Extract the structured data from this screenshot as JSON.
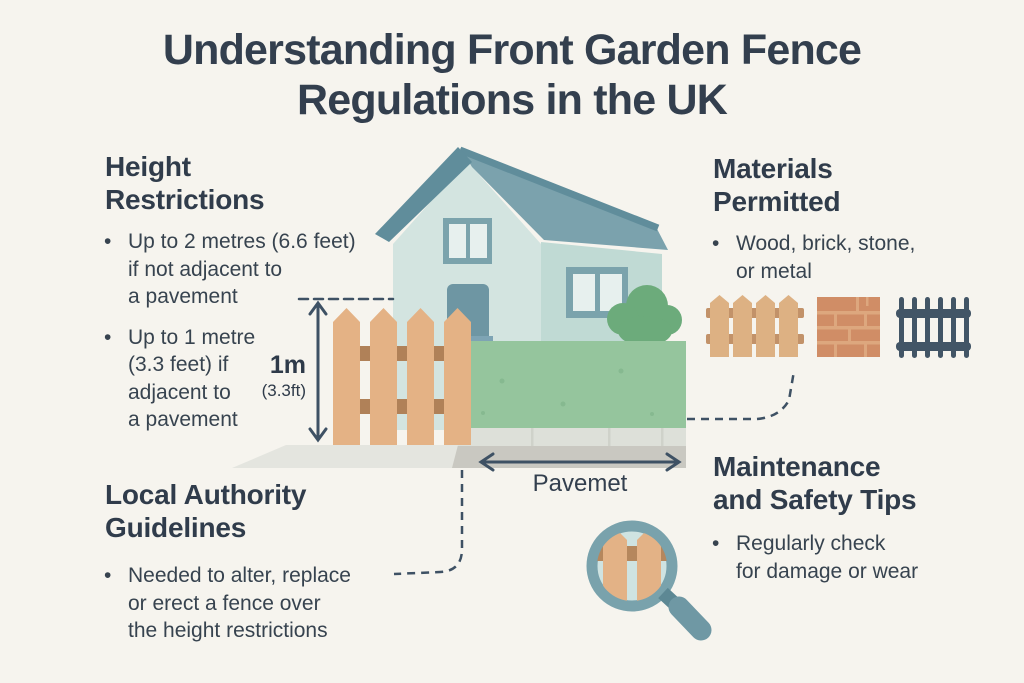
{
  "title": "Understanding Front Garden Fence\nRegulations in the UK",
  "ui": {
    "bullet": "•"
  },
  "sections": {
    "height": {
      "heading": "Height\nRestrictions",
      "bullets": [
        "Up to 2 metres (6.6 feet)\nif not adjacent to\na pavement",
        "Up to 1 metre\n(3.3 feet) if\nadjacent to\na pavement"
      ]
    },
    "materials": {
      "heading": "Materials\nPermitted",
      "bullets": [
        "Wood, brick, stone,\nor metal"
      ],
      "icons": [
        "wood-fence-icon",
        "brick-wall-icon",
        "metal-fence-icon"
      ]
    },
    "local_authority": {
      "heading": "Local Authority\nGuidelines",
      "bullets": [
        "Needed to alter, replace\nor erect a fence over\nthe height restrictions"
      ]
    },
    "maintenance": {
      "heading": "Maintenance\nand Safety Tips",
      "bullets": [
        "Regularly check\nfor damage or wear"
      ]
    }
  },
  "diagram": {
    "height_label": "1m",
    "height_label_secondary": "(3.3ft)",
    "pavement_label": "Pavemet",
    "icons": [
      "house-icon",
      "picket-fence-icon",
      "hedge-icon",
      "measure-arrow-icon",
      "pavement-arrow-icon",
      "magnifier-fence-icon"
    ]
  },
  "colors": {
    "background": "#f6f4ee",
    "heading_text": "#303c4b",
    "body_text": "#37434f",
    "roof": "#7ba2ad",
    "roof_dark": "#608d9b",
    "wall_light": "#d3e4e0",
    "wall_right": "#c0dad4",
    "hedge_green": "#95c59d",
    "bush_green": "#6cab7b",
    "fence_wood": "#e4b285",
    "fence_rail": "#b08158",
    "pavement_light": "#e4e5df",
    "pavement_dark": "#c9c8c1",
    "brick": "#d08d66",
    "metal": "#425566",
    "arrow": "#3e5164",
    "magnifier_ring": "#79a2ac",
    "magnifier_lens": "#cfe3e1"
  }
}
